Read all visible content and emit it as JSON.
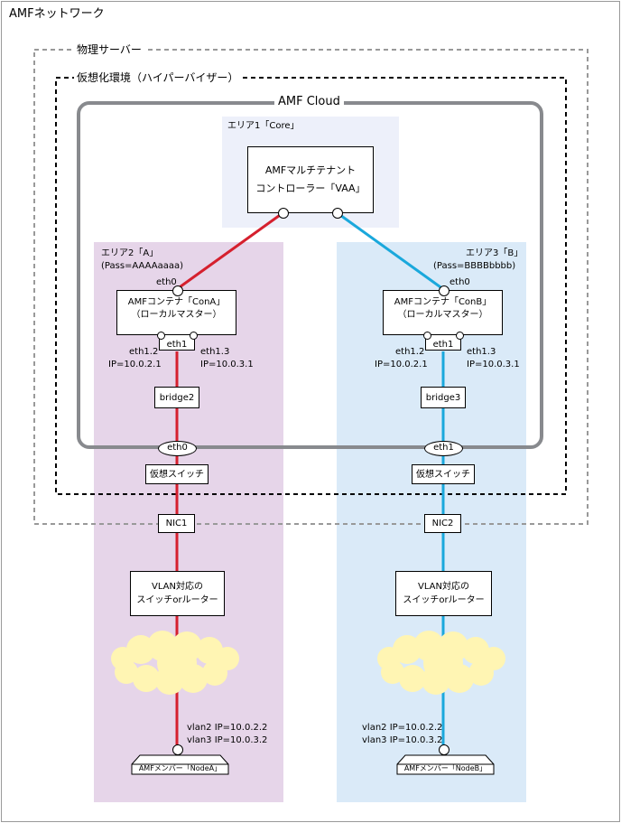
{
  "network": {
    "title": "AMFネットワーク"
  },
  "physical_server": {
    "label": "物理サーバー"
  },
  "hypervisor": {
    "label": "仮想化環境（ハイパーバイザー）"
  },
  "cloud": {
    "label": "AMF Cloud"
  },
  "area1": {
    "label": "エリア1「Core」",
    "controller": {
      "line1": "AMFマルチテナント",
      "line2": "コントローラー「VAA」"
    }
  },
  "area2": {
    "label": "エリア2「A」",
    "pass": "(Pass=AAAAaaaa)",
    "eth0": "eth0",
    "container": {
      "line1": "AMFコンテナ「ConA」",
      "line2": "（ローカルマスター）"
    },
    "eth1": "eth1",
    "eth12": "eth1.2",
    "ip12": "IP=10.0.2.1",
    "eth13": "eth1.3",
    "ip13": "IP=10.0.3.1",
    "bridge": "bridge2",
    "port": "eth0",
    "vswitch": "仮想スイッチ",
    "nic": "NIC1",
    "vlan_switch": {
      "line1": "VLAN対応の",
      "line2": "スイッチorルーター"
    },
    "vlan2": "vlan2 IP=10.0.2.2",
    "vlan3": "vlan3 IP=10.0.3.2",
    "member": "AMFメンバー「NodeA」"
  },
  "area3": {
    "label": "エリア3「B」",
    "pass": "(Pass=BBBBbbbb)",
    "eth0": "eth0",
    "container": {
      "line1": "AMFコンテナ「ConB」",
      "line2": "（ローカルマスター）"
    },
    "eth1": "eth1",
    "eth12": "eth1.2",
    "ip12": "IP=10.0.2.1",
    "eth13": "eth1.3",
    "ip13": "IP=10.0.3.1",
    "bridge": "bridge3",
    "port": "eth1",
    "vswitch": "仮想スイッチ",
    "nic": "NIC2",
    "vlan_switch": {
      "line1": "VLAN対応の",
      "line2": "スイッチorルーター"
    },
    "vlan2": "vlan2 IP=10.0.2.2",
    "vlan3": "vlan3 IP=10.0.3.2",
    "member": "AMFメンバー「NodeB」"
  },
  "colors": {
    "area1_bg": "#edf0fa",
    "area2_bg": "#e6d5e9",
    "area3_bg": "#daeaf8",
    "red_line": "#d5202e",
    "blue_line": "#1aa8dc",
    "cloud_border": "#888a8e",
    "cloud_fill": "#fff5b3"
  }
}
